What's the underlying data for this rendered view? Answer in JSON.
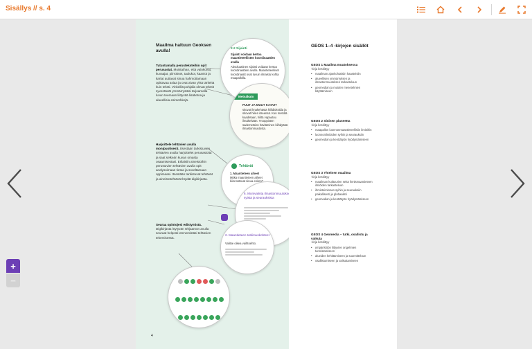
{
  "topbar": {
    "breadcrumb": "Sisällys // s. 4",
    "accent": "#e8782b",
    "icons": [
      "list-icon",
      "home-icon",
      "chevron-left-icon",
      "chevron-right-icon",
      "highlight-pen-icon",
      "fullscreen-icon"
    ]
  },
  "zoom": {
    "in_label": "+",
    "out_label": "−",
    "accent": "#6c3fb5"
  },
  "left_page": {
    "title": "Maailma haltuun Geoksen avulla!",
    "para1_bold": "Tutustumalla perusteksteihin opit perusasiat.",
    "para1": "Muistathan, että valokuvat, kuvaajat, piirrokset, taulukot, kaaviot ja kartat auttavat sinua hahmottamaan opittavaa asiaa ja ovat aivan yhtä tärkeitä kuin teksti. Vinkeillä pohjalla olevat tekstit syventävät ymmärrystäsi tarjoamalla luvun teemaan liittyvää lisätietoa ja alueellisia esimerkkejä.",
    "para2_bold": "Harjoittele tehtävien avulla monipuolisesti.",
    "para2": "Itsestään tarkistuvien tehtävien avulla harjoittelet perusasioita ja saat selkeän kuvan omasta osaamisestasi. Erilaisiin aineistoihin perustuvien tehtävien avulla opit analysoimaan tietoa ja soveltamaan oppimaasi. Itsestään tarkistuvat tehtävät ja aineistotehtävät löydät digikirjasta.",
    "para3_bold": "Seuraa opintojesi edistymistä.",
    "para3": "Digikirjasta löytyvän Ohjaamon avulla seuraat helposti etenemistäsi tehtävien tekemisessä.",
    "page_number": "4",
    "bubble1": {
      "heading": "2.2 Sijainti",
      "sub": "Sijainti voidaan kertoa maantieteellisten koordinaattien avulla",
      "text": "Absoluuttinen sijainti voidaan kertoa koordinaattien avulla. Maantieteelliset koordinaatit ovat luvuin ilmaistu kohta maapallolla."
    },
    "bubble2": {
      "tag": "Metsäkato",
      "heading": "PUUT JA MUUT KASVIT",
      "text": "sitovat ilmakehästä hiilidioksidia ja sitovat hiilen itseensä. Kun metsää kaadetaan, hiiltä vapautuu ilmakehään. Trooppisten sademetsien häviäminen kiihdyttää ilmastonmuutosta."
    },
    "bubble3": {
      "heading": "Tehtävät",
      "sub": "1. Maantieteen aiheet",
      "text": "Mitkä maantieteen aiheet kiinnostavat sinua eniten?"
    },
    "bubble4": {
      "heading": "6. Monivalinta ilmastonmuutoksen syistä ja seurauksista"
    },
    "bubble5": {
      "heading": "2. Maantieteen tutkimuskohteet",
      "text": "Valitse oikea vaihtoehto."
    }
  },
  "right_page": {
    "title": "GEOS 1–4 -kirjojen sisällöt",
    "blocks": [
      {
        "head": "GEOS 1 Maailma muutoksessa",
        "sub": "-kirja keskittyy",
        "items": [
          "maailman ajankohtaisiin haasteisiin",
          "alueellisen ymmärryksen ja ilmastonmuutoksen tarkasteluun",
          "geomedian ja muiden menetelmien käyttämiseen"
        ]
      },
      {
        "head": "GEOS 2 Sininen planeetta",
        "sub": "-kirja keskittyy",
        "items": [
          "maapallon luonnonmaantieteellisiin ilmiöihin",
          "luonnonilmiöiden syihin ja seurauksiin",
          "geomedian ja kenttätyön hyödyntämiseen"
        ]
      },
      {
        "head": "GEOS 3 Yhteinen maailma",
        "sub": "-kirja keskittyy",
        "items": [
          "maailman kulttuurien sekä ihmismaantieteen ilmiöiden tarkasteluun",
          "ihmistoiminnan syihin ja seurauksiin paikallisesti ja globaalisti",
          "geomedian ja kenttätyön hyödyntämiseen"
        ]
      },
      {
        "head": "GEOS 4 Geomedia – tutki, osallistu ja vaikuta",
        "sub": "-kirja keskittyy",
        "items": [
          "ympäristöön liittyvien ongelmien tunnistamiseen",
          "alueiden kehittämiseen ja suunnitteluun",
          "osallistumiseen ja vaikuttamiseen"
        ]
      }
    ]
  },
  "dots": {
    "row1": [
      "#bdbdbd",
      "#3aa55b",
      "#3aa55b",
      "#e05a5a",
      "#e05a5a",
      "#3aa55b",
      "#bdbdbd"
    ],
    "row2": [
      "#3aa55b",
      "#3aa55b",
      "#3aa55b",
      "#3aa55b",
      "#3aa55b",
      "#3aa55b",
      "#3aa55b",
      "#3aa55b"
    ],
    "row3": [
      "#3aa55b",
      "#3aa55b",
      "#3aa55b",
      "#3aa55b",
      "#3aa55b",
      "#3aa55b",
      "#3aa55b"
    ]
  }
}
